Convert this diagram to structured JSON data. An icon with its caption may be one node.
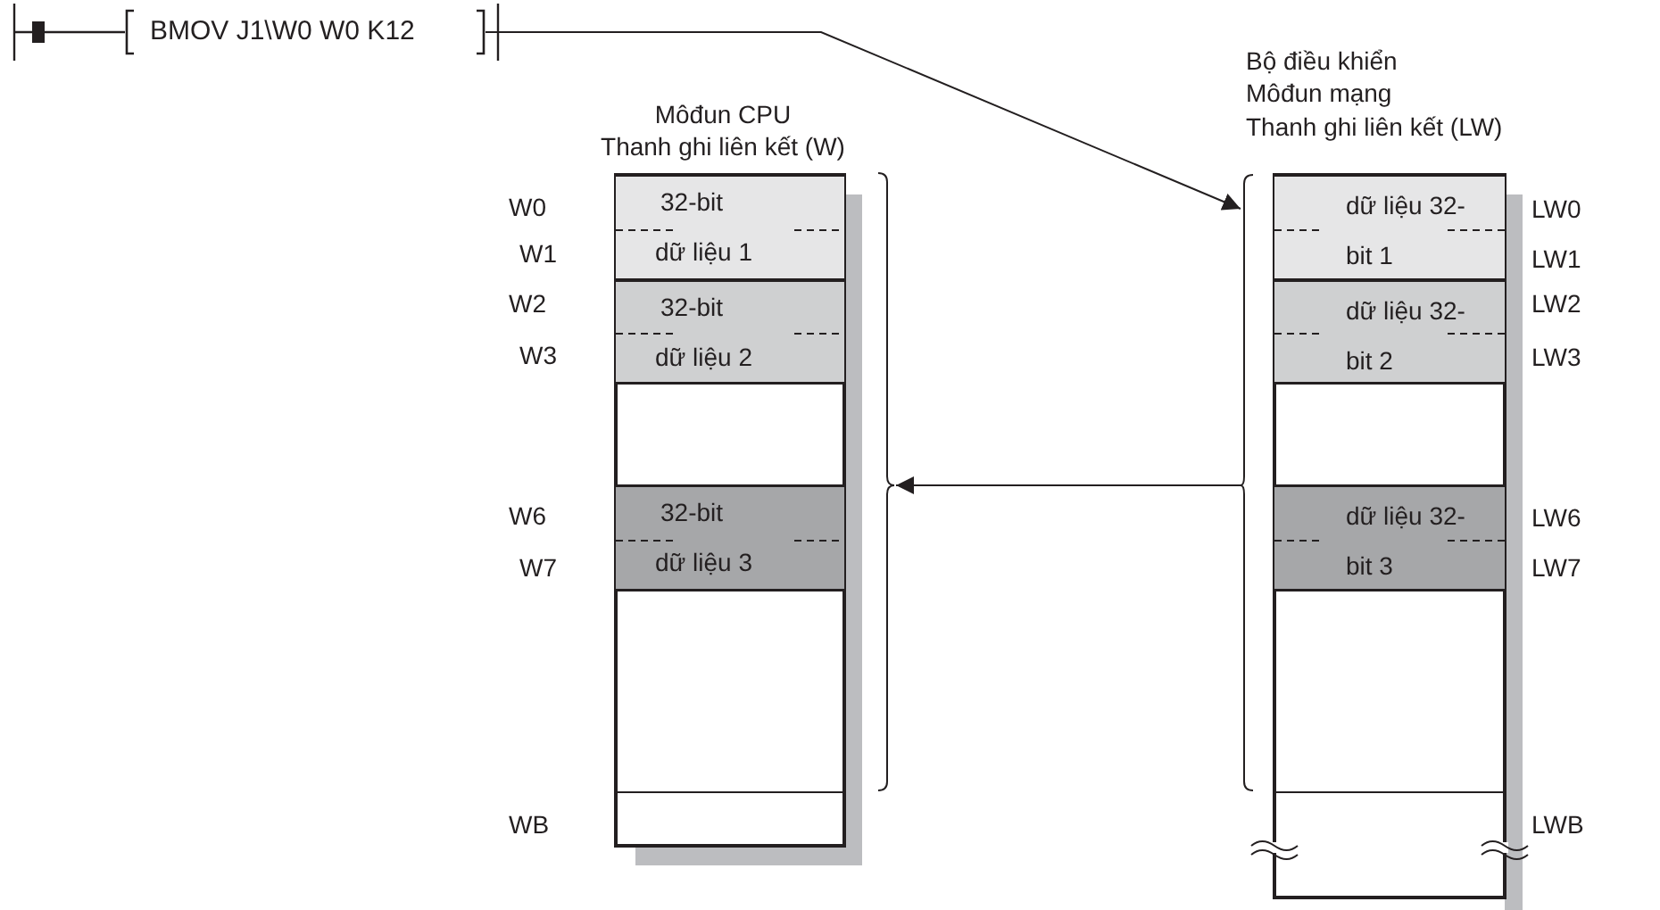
{
  "diagram": {
    "nodes": [
      {
        "text": [
          "BMOV J1\\W0 W0 K12"
        ]
      },
      {
        "text": [
          "Môđun CPU",
          "Thanh ghi liên kết (W)"
        ]
      },
      {
        "text": [
          "32-bit",
          "dữ liệu 1"
        ],
        "in": 1
      },
      {
        "text": [
          "32-bit",
          "dữ liệu 2"
        ],
        "in": 1
      },
      {
        "text": [
          "32-bit",
          "dữ liệu 3"
        ],
        "in": 1
      },
      {
        "text": [
          "Bộ điều khiển Môđun mạng",
          "Thanh ghi liên kết (LW)"
        ]
      },
      {
        "text": [
          "dữ liệu 32-bit 1"
        ],
        "in": 5
      },
      {
        "text": [
          "dữ liệu 32-bit 2"
        ],
        "in": 5
      },
      {
        "text": [
          "dữ liệu 32-bit 3"
        ],
        "in": 5
      }
    ],
    "edges": [
      {
        "from": 0,
        "to": 5,
        "arrow": "to"
      },
      {
        "from": 5,
        "to": 1,
        "arrow": "to"
      }
    ],
    "labels": [
      "W0",
      "W1",
      "W2",
      "W3",
      "W6",
      "W7",
      "WB",
      "LW0",
      "LW1",
      "LW2",
      "LW3",
      "LW6",
      "LW7",
      "LWB"
    ]
  }
}
